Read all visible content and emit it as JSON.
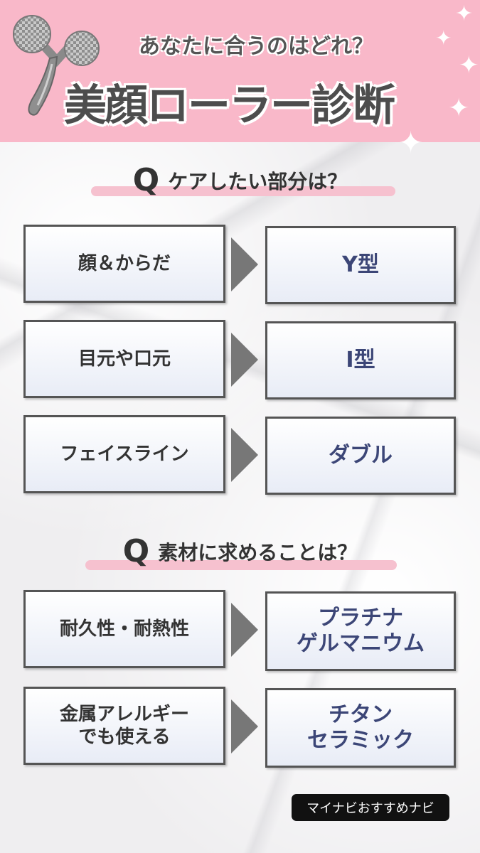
{
  "header": {
    "subtitle": "あなたに合うのはどれ？",
    "title": "美顔ローラー診断"
  },
  "sections": [
    {
      "q_letter": "Q",
      "question": "ケアしたい部分は？",
      "rows": [
        {
          "condition": [
            "顔＆からだ"
          ],
          "result": [
            "Y型"
          ]
        },
        {
          "condition": [
            "目元や口元"
          ],
          "result": [
            "I型"
          ]
        },
        {
          "condition": [
            "フェイスライン"
          ],
          "result": [
            "ダブル"
          ]
        }
      ]
    },
    {
      "q_letter": "Q",
      "question": "素材に求めることは？",
      "rows": [
        {
          "condition": [
            "耐久性・耐熱性"
          ],
          "result": [
            "プラチナ",
            "ゲルマニウム"
          ]
        },
        {
          "condition": [
            "金属アレルギー",
            "でも使える"
          ],
          "result": [
            "チタン",
            "セラミック"
          ]
        }
      ]
    }
  ],
  "footer": {
    "badge": "マイナビおすすめナビ"
  },
  "colors": {
    "header_bg": "#f9b8c9",
    "result_text": "#3c4677",
    "underline": "#f6c1cf"
  }
}
